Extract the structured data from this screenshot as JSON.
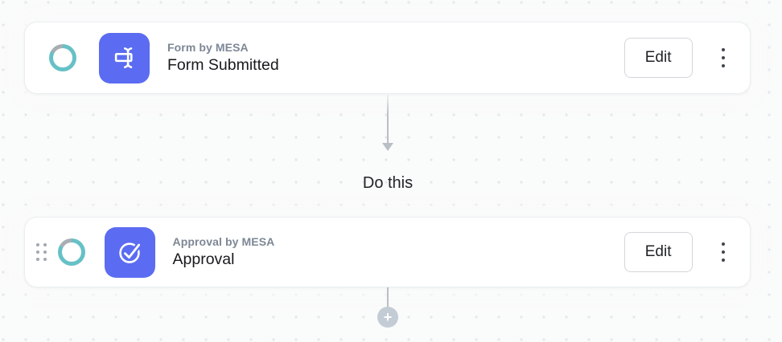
{
  "workflow": {
    "connector_label": "Do this",
    "add_step_label": "+",
    "steps": [
      {
        "app": "Form by MESA",
        "title": "Form Submitted",
        "icon": "form-icon",
        "edit_label": "Edit"
      },
      {
        "app": "Approval by MESA",
        "title": "Approval",
        "icon": "approval-icon",
        "edit_label": "Edit"
      }
    ]
  },
  "colors": {
    "app_tile_blue": "#5b6cf2",
    "ring_teal": "#66c1c6",
    "ring_gray": "#a8aeb4",
    "connector_gray": "#babfc5",
    "add_button_gray": "#c3ccd5",
    "card_background": "#ffffff",
    "canvas_background": "#fafbfb"
  }
}
